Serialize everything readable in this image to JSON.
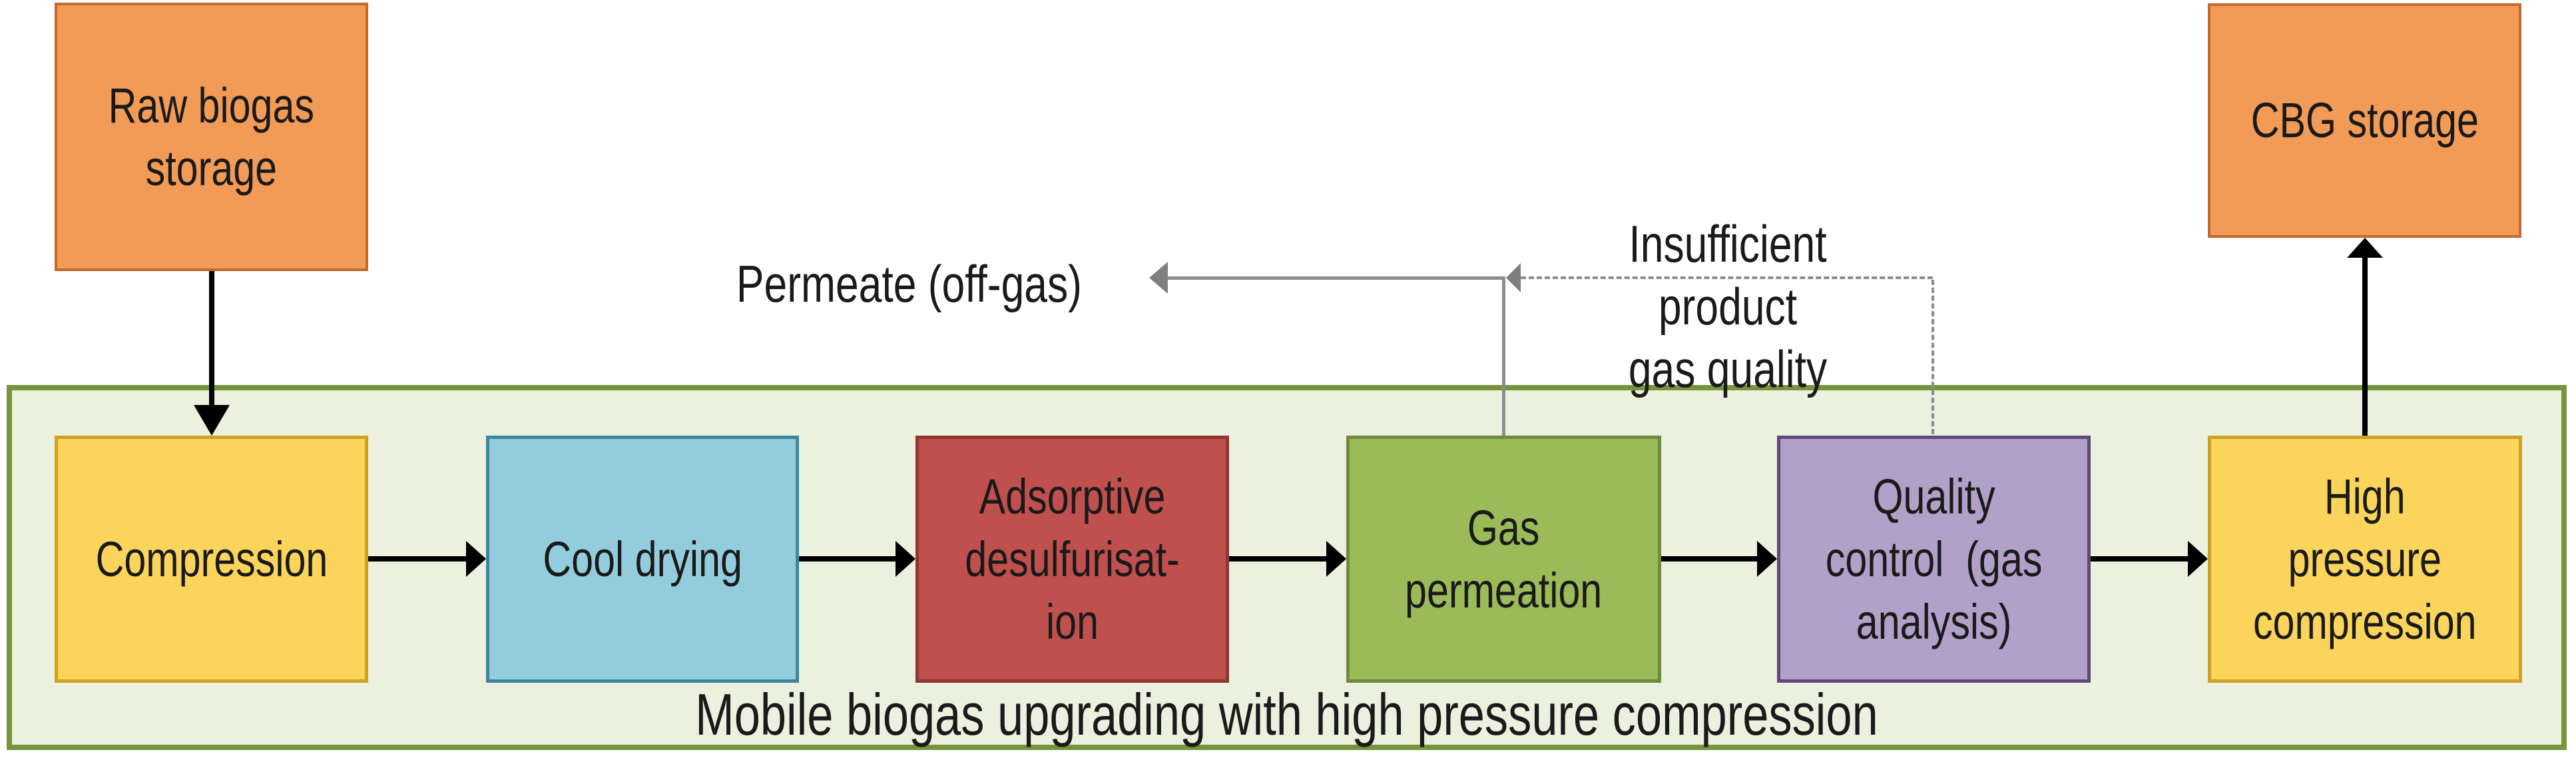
{
  "diagram": {
    "type": "process-flow",
    "container_label": "Mobile biogas upgrading with high pressure compression",
    "storage": {
      "raw": {
        "label": "Raw biogas\nstorage"
      },
      "cbg": {
        "label": "CBG storage"
      }
    },
    "process_steps": [
      {
        "id": "compression",
        "label": "Compression",
        "color": "#FBD45C"
      },
      {
        "id": "cool-drying",
        "label": "Cool drying",
        "color": "#93CDDD"
      },
      {
        "id": "adsorptive-desulfurisation",
        "label": "Adsorptive\ndesulfurisat-\nion",
        "color": "#C0504D"
      },
      {
        "id": "gas-permeation",
        "label": "Gas\npermeation",
        "color": "#9BBB59"
      },
      {
        "id": "quality-control",
        "label": "Quality\ncontrol  (gas\nanalysis)",
        "color": "#B1A0C7"
      },
      {
        "id": "high-pressure-compression",
        "label": "High\npressure\ncompression",
        "color": "#FBD45C"
      }
    ],
    "annotations": {
      "permeate": "Permeate (off-gas)",
      "insufficient": "Insufficient product\ngas quality"
    },
    "colors": {
      "storage_fill": "#F19B57",
      "storage_border": "#C4682C",
      "container_fill": "#EBF1DE",
      "container_border": "#77933C",
      "flow_arrow": "#000000",
      "recycle_line_gray": "#8C8C8C",
      "recycle_arrowhead_gray": "#7F7F7F"
    }
  }
}
